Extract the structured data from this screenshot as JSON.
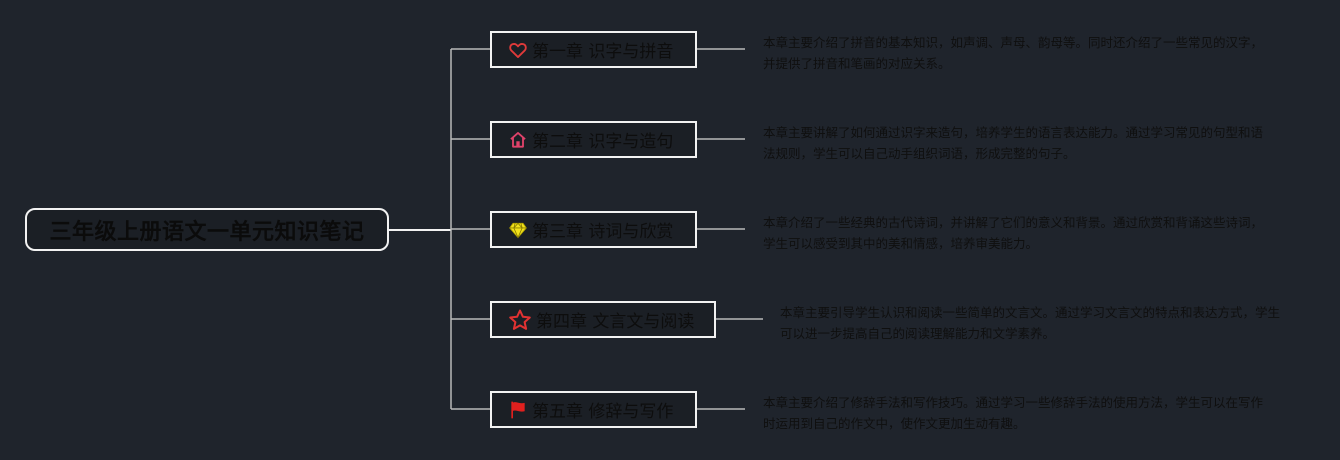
{
  "root": {
    "title": "三年级上册语文一单元知识笔记"
  },
  "chapters": [
    {
      "title": "第一章 识字与拼音",
      "icon": "heart-icon",
      "icon_color": "#e03a3a",
      "description": "本章主要介绍了拼音的基本知识，如声调、声母、韵母等。同时还介绍了一些常见的汉字，并提供了拼音和笔画的对应关系。"
    },
    {
      "title": "第二章 识字与造句",
      "icon": "home-icon",
      "icon_color": "#e0426a",
      "description": "本章主要讲解了如何通过识字来造句，培养学生的语言表达能力。通过学习常见的句型和语法规则，学生可以自己动手组织词语，形成完整的句子。"
    },
    {
      "title": "第三章 诗词与欣赏",
      "icon": "diamond-icon",
      "icon_color": "#f2e21c",
      "description": "本章介绍了一些经典的古代诗词，并讲解了它们的意义和背景。通过欣赏和背诵这些诗词，学生可以感受到其中的美和情感，培养审美能力。"
    },
    {
      "title": "第四章 文言文与阅读",
      "icon": "star-icon",
      "icon_color": "#e23232",
      "description": "本章主要引导学生认识和阅读一些简单的文言文。通过学习文言文的特点和表达方式，学生可以进一步提高自己的阅读理解能力和文学素养。"
    },
    {
      "title": "第五章 修辞与写作",
      "icon": "flag-icon",
      "icon_color": "#e0201e",
      "description": "本章主要介绍了修辞手法和写作技巧。通过学习一些修辞手法的使用方法，学生可以在写作时运用到自己的作文中，使作文更加生动有趣。"
    }
  ],
  "colors": {
    "background": "#1f242c",
    "border": "#f2f2f2",
    "connector": "#b9b9b9"
  }
}
